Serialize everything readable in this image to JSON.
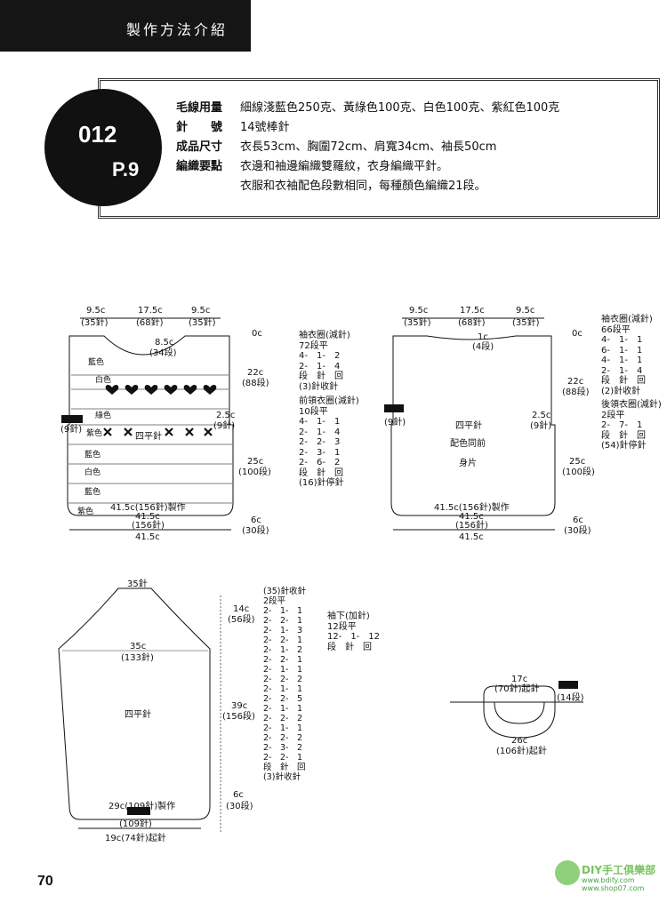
{
  "header": {
    "title": "製作方法介紹"
  },
  "badge": {
    "number": "012",
    "page": "P.9"
  },
  "info": [
    {
      "label": "毛線用量",
      "value": "細線淺藍色250克、黃綠色100克、白色100克、紫紅色100克"
    },
    {
      "label": "針　　號",
      "value": "14號棒針"
    },
    {
      "label": "成品尺寸",
      "value": "衣長53cm、胸圍72cm、肩寬34cm、袖長50cm"
    },
    {
      "label": "編織要點",
      "value": "衣邊和袖邊編織雙羅紋，衣身編織平針。"
    },
    {
      "label": "",
      "value": "衣服和衣袖配色段數相同，每種顏色編織21段。"
    }
  ],
  "front": {
    "top_widths": [
      "9.5c",
      "17.5c",
      "9.5c"
    ],
    "top_stitches": [
      "(35針)",
      "(68針)",
      "(35針)"
    ],
    "neck_drop": "8.5c",
    "neck_drop_rows": "(34段)",
    "zero": "0c",
    "armhole": "22c",
    "armhole_rows": "(88段)",
    "side_cm": "2.5c",
    "side_st": "(9針)",
    "left_side_st": "(9針)",
    "body": "25c",
    "body_rows": "(100段)",
    "rib": "6c",
    "rib_rows": "(30段)",
    "stitch_label": "四平針",
    "stripes": [
      "藍色",
      "白色",
      "綠色",
      "紫色",
      "藍色",
      "白色",
      "藍色",
      "紫色"
    ],
    "cast_on": "41.5c(156針)製作",
    "width1": "41.5c",
    "width_st": "(156針)",
    "width2": "41.5c"
  },
  "front_notes": {
    "sleeve": "袖衣圈(減針)\n72段平\n4-　1-　2\n2-　1-　4\n段　針　回\n(3)針收針",
    "neck": "前領衣圈(減針)\n10段平\n4-　1-　1\n2-　1-　4\n2-　2-　3\n2-　3-　1\n2-　6-　2\n段　針　回\n(16)針停針"
  },
  "back": {
    "top_widths": [
      "9.5c",
      "17.5c",
      "9.5c"
    ],
    "top_stitches": [
      "(35針)",
      "(68針)",
      "(35針)"
    ],
    "neck_drop": "1c",
    "neck_drop_rows": "(4段)",
    "zero": "0c",
    "armhole": "22c",
    "armhole_rows": "(88段)",
    "side_cm": "2.5c",
    "side_st": "(9針)",
    "left_side_st": "(9針)",
    "body": "25c",
    "body_rows": "(100段)",
    "rib": "6c",
    "rib_rows": "(30段)",
    "center_lines": [
      "四平針",
      "配色同前",
      "身片"
    ],
    "cast_on": "41.5c(156針)製作",
    "width1": "41.5c",
    "width_st": "(156針)",
    "width2": "41.5c"
  },
  "back_notes": {
    "sleeve": "袖衣圈(減針)\n66段平\n4-　1-　1\n6-　1-　1\n4-　1-　1\n2-　1-　4\n段　針　回\n(2)針收針",
    "neck": "後領衣圈(減針)\n2段平\n2-　7-　1\n段　針　回\n(54)針停針"
  },
  "sleeve": {
    "top": "35針",
    "width_cm": "35c",
    "width_st": "(133針)",
    "cap": "14c",
    "cap_rows": "(56段)",
    "length": "39c",
    "length_rows": "(156段)",
    "stitch_label": "四平針",
    "rib": "6c",
    "rib_rows": "(30段)",
    "cast_on": "29c(109針)製作",
    "bottom_st": "(109針)",
    "start": "19c(74針)起針"
  },
  "sleeve_notes": {
    "cap": "(35)針收針\n2段平\n2-　1-　1\n2-　2-　1\n2-　1-　3\n2-　2-　1\n2-　1-　2\n2-　2-　1\n2-　1-　1\n2-　2-　2\n2-　1-　1\n2-　2-　5\n2-　1-　1\n2-　2-　2\n2-　1-　1\n2-　2-　2\n2-　3-　2\n2-　2-　1\n段　針　回\n(3)針收針",
    "increase": "袖下(加針)\n12段平\n12-　1-　12\n段　針　回"
  },
  "collar": {
    "top": "17c",
    "top_st": "(70針)起針",
    "rows": "(14段)",
    "bottom": "26c",
    "bottom_st": "(106針)起針"
  },
  "footer": {
    "page_number": "70",
    "watermark": "DIY手工俱樂部",
    "url": "www.bdify.com www.shop07.com"
  }
}
